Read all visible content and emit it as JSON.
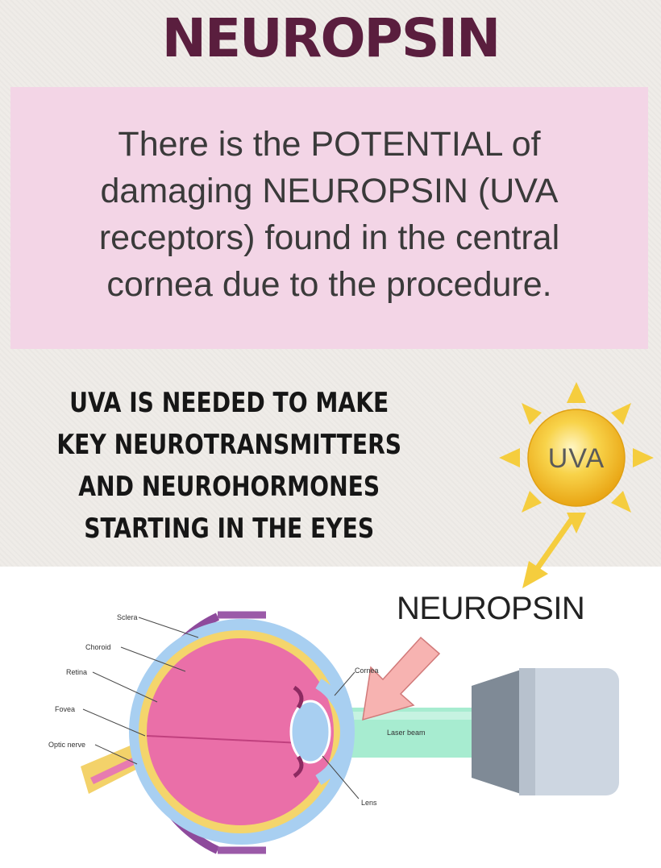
{
  "title": "NEUROPSIN",
  "info_box": {
    "lines": [
      "There is the POTENTIAL of",
      "damaging NEUROPSIN (UVA",
      "receptors) found in the central",
      "cornea due to the procedure."
    ]
  },
  "uva_statement": {
    "lines": [
      "UVA IS NEEDED TO MAKE",
      "KEY NEUROTRANSMITTERS",
      "AND NEUROHORMONES",
      "STARTING IN THE EYES"
    ]
  },
  "sun": {
    "label": "UVA",
    "color": "#f6c22a",
    "icon": "sun-icon"
  },
  "neuropsin_label": "NEUROPSIN",
  "diagram": {
    "labels": {
      "sclera": "Sclera",
      "choroid": "Choroid",
      "retina": "Retina",
      "fovea": "Fovea",
      "optic_nerve": "Optic nerve",
      "cornea": "Cornea",
      "laser_beam": "Laser beam",
      "lens": "Lens"
    }
  },
  "colors": {
    "title": "#5a1e3e",
    "pink_box": "#f3d5e6",
    "eye_pink": "#ea6fa8",
    "laser": "#a7ecd0",
    "arrow_pink": "#f7b3b1",
    "yellow_arrow": "#f5cd3e"
  }
}
